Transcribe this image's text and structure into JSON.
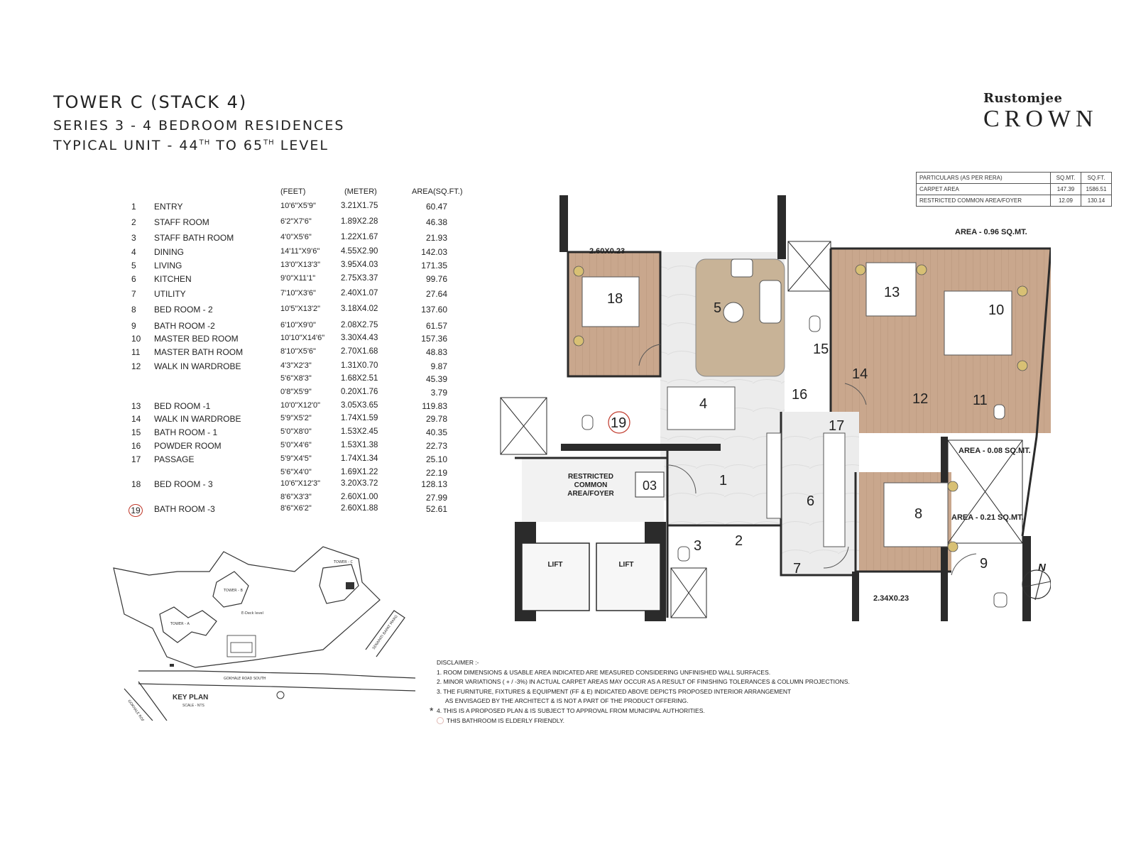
{
  "header": {
    "title": "TOWER C (STACK 4)",
    "subtitle": "SERIES 3 - 4 BEDROOM RESIDENCES",
    "level_prefix": "TYPICAL UNIT - 44",
    "level_sup1": "TH",
    "level_mid": " TO 65",
    "level_sup2": "TH",
    "level_suffix": " LEVEL"
  },
  "brand": {
    "script": "Rustomjee",
    "word": "CROWN"
  },
  "rera_table": {
    "headers": [
      "PARTICULARS (AS PER RERA)",
      "SQ.MT.",
      "SQ.FT."
    ],
    "rows": [
      [
        "CARPET AREA",
        "147.39",
        "1586.51"
      ],
      [
        "RESTRICTED COMMON AREA/FOYER",
        "12.09",
        "130.14"
      ]
    ]
  },
  "room_table": {
    "columns": [
      "(FEET)",
      "(METER)",
      "AREA(SQ.FT.)"
    ],
    "rows": [
      {
        "no": "1",
        "name": "ENTRY",
        "feet": "10'6\"X5'9\"",
        "meter": "3.21X1.75",
        "area": "60.47"
      },
      {
        "no": "2",
        "name": "STAFF ROOM",
        "feet": "6'2\"X7'6\"",
        "meter": "1.89X2.28",
        "area": "46.38"
      },
      {
        "no": "3",
        "name": "STAFF BATH ROOM",
        "feet": "4'0\"X5'6\"",
        "meter": "1.22X1.67",
        "area": "21.93"
      },
      {
        "no": "4",
        "name": "DINING",
        "feet": "14'11\"X9'6\"",
        "meter": "4.55X2.90",
        "area": "142.03"
      },
      {
        "no": "5",
        "name": "LIVING",
        "feet": "13'0\"X13'3\"",
        "meter": "3.95X4.03",
        "area": "171.35"
      },
      {
        "no": "6",
        "name": "KITCHEN",
        "feet": "9'0\"X11'1\"",
        "meter": "2.75X3.37",
        "area": "99.76"
      },
      {
        "no": "7",
        "name": "UTILITY",
        "feet": "7'10\"X3'6\"",
        "meter": "2.40X1.07",
        "area": "27.64"
      },
      {
        "no": "8",
        "name": "BED ROOM - 2",
        "feet": "10'5\"X13'2\"",
        "meter": "3.18X4.02",
        "area": "137.60"
      },
      {
        "no": "9",
        "name": "BATH ROOM -2",
        "feet": "6'10\"X9'0\"",
        "meter": "2.08X2.75",
        "area": "61.57"
      },
      {
        "no": "10",
        "name": "MASTER BED ROOM",
        "feet": "10'10\"X14'6\"",
        "meter": "3.30X4.43",
        "area": "157.36"
      },
      {
        "no": "11",
        "name": "MASTER BATH ROOM",
        "feet": "8'10\"X5'6\"",
        "meter": "2.70X1.68",
        "area": "48.83"
      },
      {
        "no": "12",
        "name": "WALK IN WARDROBE",
        "feet": "4'3\"X2'3\"",
        "meter": "1.31X0.70",
        "area": "9.87"
      },
      {
        "no": "",
        "name": "",
        "feet": "5'6\"X8'3\"",
        "meter": "1.68X2.51",
        "area": "45.39"
      },
      {
        "no": "",
        "name": "",
        "feet": "0'8\"X5'9\"",
        "meter": "0.20X1.76",
        "area": "3.79"
      },
      {
        "no": "13",
        "name": "BED ROOM -1",
        "feet": "10'0\"X12'0\"",
        "meter": "3.05X3.65",
        "area": "119.83"
      },
      {
        "no": "14",
        "name": "WALK IN WARDROBE",
        "feet": "5'9\"X5'2\"",
        "meter": "1.74X1.59",
        "area": "29.78"
      },
      {
        "no": "15",
        "name": "BATH ROOM - 1",
        "feet": "5'0\"X8'0\"",
        "meter": "1.53X2.45",
        "area": "40.35"
      },
      {
        "no": "16",
        "name": "POWDER ROOM",
        "feet": "5'0\"X4'6\"",
        "meter": "1.53X1.38",
        "area": "22.73"
      },
      {
        "no": "17",
        "name": "PASSAGE",
        "feet": "5'9\"X4'5\"",
        "meter": "1.74X1.34",
        "area": "25.10"
      },
      {
        "no": "",
        "name": "",
        "feet": "5'6\"X4'0\"",
        "meter": "1.69X1.22",
        "area": "22.19"
      },
      {
        "no": "18",
        "name": "BED ROOM - 3",
        "feet": "10'6\"X12'3\"",
        "meter": "3.20X3.72",
        "area": "128.13"
      },
      {
        "no": "",
        "name": "",
        "feet": "8'6\"X3'3\"",
        "meter": "2.60X1.00",
        "area": "27.99"
      },
      {
        "no": "19",
        "name": "BATH ROOM -3",
        "feet": "8'6\"X6'2\"",
        "meter": "2.60X1.88",
        "area": "52.61",
        "circled": true
      }
    ]
  },
  "plan": {
    "room_numbers": [
      "1",
      "2",
      "3",
      "4",
      "5",
      "6",
      "7",
      "8",
      "9",
      "10",
      "11",
      "12",
      "13",
      "14",
      "15",
      "16",
      "17",
      "18",
      "19"
    ],
    "foyer_label_1": "RESTRICTED",
    "foyer_label_2": "COMMON",
    "foyer_label_3": "AREA/FOYER",
    "foyer_code": "03",
    "lift_1": "LIFT",
    "lift_2": "LIFT",
    "dim_top": "2.60X0.23",
    "dim_bottom": "2.34X0.23",
    "area_1": "AREA - 0.96 SQ.MT.",
    "area_2": "AREA - 0.08 SQ.MT.",
    "area_3": "AREA - 0.21 SQ.MT.",
    "north": "N",
    "colors": {
      "wood": "#c9a78d",
      "marble": "#ebebeb",
      "wall": "#2b2b2b",
      "accent": "#c0392b"
    }
  },
  "key_plan": {
    "title": "KEY PLAN",
    "scale": "SCALE - NTS",
    "tower_a": "TOWER - A",
    "tower_b": "TOWER - B",
    "tower_c": "TOWER - C",
    "deck": "E-Deck level",
    "road_1": "GOKHALE ROAD SOUTH",
    "road_2": "GOKHALE ROAD SOUTH",
    "road_3": "SENAPATI BAPAT MARG"
  },
  "disclaimer": {
    "title": "DISCLAIMER :-",
    "line1": "1. ROOM DIMENSIONS & USABLE  AREA INDICATED  ARE MEASURED CONSIDERING UNFINISHED WALL SURFACES.",
    "line2": "2. MINOR VARIATIONS ( + / -3%) IN ACTUAL CARPET AREAS MAY OCCUR AS A RESULT OF  FINISHING TOLERANCES & COLUMN PROJECTIONS.",
    "line3": "3. THE FURNITURE, FIXTURES & EQUIPMENT (FF & E)  INDICATED ABOVE  DEPICTS PROPOSED INTERIOR ARRANGEMENT",
    "line3b": "AS ENVISAGED BY THE ARCHITECT & IS NOT A PART OF THE PRODUCT OFFERING.",
    "line4": "4. THIS IS A PROPOSED PLAN & IS SUBJECT TO APPROVAL FROM MUNICIPAL AUTHORITIES.",
    "line5": "THIS BATHROOM IS ELDERLY FRIENDLY.",
    "star": "*"
  }
}
